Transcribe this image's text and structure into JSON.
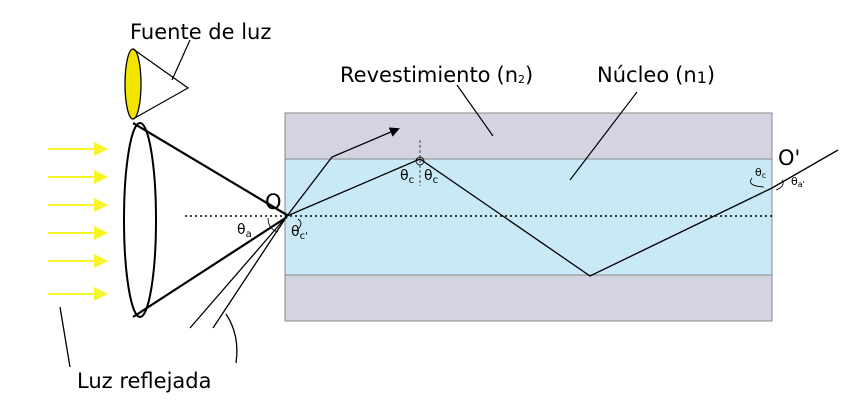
{
  "labels": {
    "light_source": "Fuente de luz",
    "cladding": "Revestimiento",
    "cladding_index": "(n",
    "cladding_sub": "2",
    "core": "Núcleo",
    "core_index": "(n",
    "core_sub": "1",
    "close_paren": ")",
    "reflected_light": "Luz reflejada",
    "point_o": "O",
    "point_o_prime": "O'",
    "theta_a": "θ",
    "theta_a_sub": "a",
    "theta_c_prime": "θ",
    "theta_c_prime_sub": "c'",
    "theta_c_left": "θ",
    "theta_c_left_sub": "c",
    "theta_c_right": "θ",
    "theta_c_right_sub": "c",
    "theta_c_end": "θ",
    "theta_c_end_sub": "c",
    "theta_a_prime": "θ",
    "theta_a_prime_sub": "a'"
  },
  "colors": {
    "core": "#c9e9f6",
    "cladding": "#d3d3e2",
    "lens_source": "#f2e600",
    "arrows": "#f5f52a",
    "lines": "#000000"
  }
}
